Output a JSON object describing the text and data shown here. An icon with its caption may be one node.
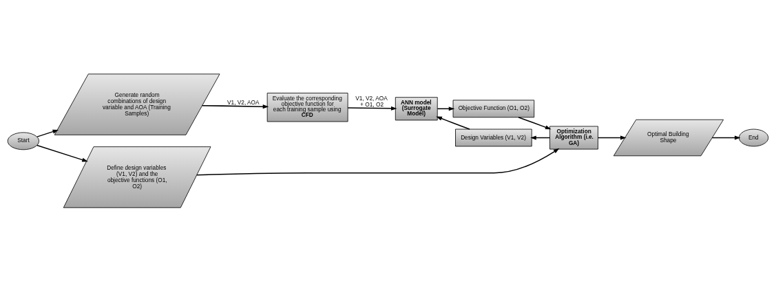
{
  "diagram": {
    "nodes": [
      {
        "text": [
          "Start"
        ]
      },
      {
        "text": [
          "Generate random combinations of design variable and AOA (Training Samples)"
        ]
      },
      {
        "text": [
          "Evaluate the corresponding objective function for each training sample using **CFD**"
        ]
      },
      {
        "text": [
          "ANN model (Surrogate Model)"
        ]
      },
      {
        "text": [
          "Define design variables (V1, V2) and the objective functions (O1, O2)"
        ]
      },
      {
        "text": [
          "Optimization Algorithm (i.e. GA)"
        ]
      },
      {
        "text": [
          "Design Variables (V1, V2)"
        ]
      },
      {
        "text": [
          "Objective Function (O1, O2)"
        ]
      },
      {
        "text": [
          "Optimal Building Shape"
        ]
      },
      {
        "text": [
          "End"
        ]
      }
    ],
    "edges": [
      {
        "from": 0,
        "to": 1,
        "arrow": "to"
      },
      {
        "from": 0,
        "to": 4,
        "arrow": "to"
      },
      {
        "from": 1,
        "to": 2,
        "arrow": "to",
        "label": "V1, V2, AOA"
      },
      {
        "from": 2,
        "to": 3,
        "arrow": "to",
        "label": "V1, V2, AOA + O1, O2"
      },
      {
        "from": 4,
        "to": 5,
        "arrow": "to"
      },
      {
        "from": 5,
        "to": 6,
        "arrow": "to"
      },
      {
        "from": 6,
        "to": 3,
        "arrow": "to"
      },
      {
        "from": 3,
        "to": 7,
        "arrow": "to"
      },
      {
        "from": 7,
        "to": 5,
        "arrow": "to"
      },
      {
        "from": 5,
        "to": 8,
        "arrow": "to"
      },
      {
        "from": 8,
        "to": 9,
        "arrow": "to"
      }
    ]
  }
}
